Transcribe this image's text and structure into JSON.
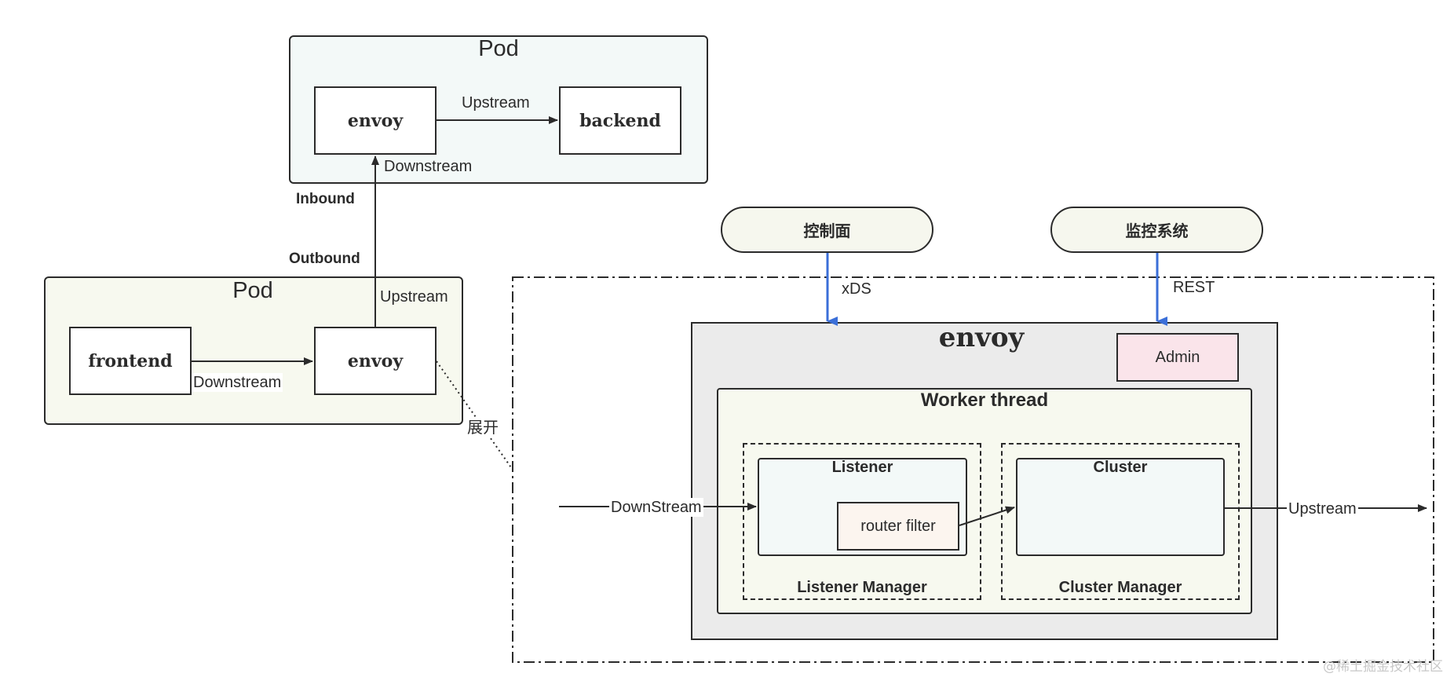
{
  "top_pod": {
    "title": "Pod",
    "envoy": "envoy",
    "backend": "backend",
    "upstream": "Upstream",
    "downstream": "Downstream"
  },
  "bottom_pod": {
    "title": "Pod",
    "frontend": "frontend",
    "envoy": "envoy",
    "downstream": "Downstream",
    "upstream": "Upstream"
  },
  "traffic": {
    "inbound": "Inbound",
    "outbound": "Outbound",
    "expand": "展开"
  },
  "external": {
    "control_plane": "控制面",
    "monitoring": "监控系统",
    "xds": "xDS",
    "rest": "REST"
  },
  "envoy_detail": {
    "title": "envoy",
    "admin": "Admin",
    "worker_thread": "Worker thread",
    "listener": "Listener",
    "router_filter": "router filter",
    "listener_manager": "Listener Manager",
    "cluster": "Cluster",
    "cluster_manager": "Cluster Manager",
    "downstream": "DownStream",
    "upstream": "Upstream"
  },
  "colors": {
    "line": "#2b2b2b",
    "blue_arrow": "#3b6fd8",
    "pod_top_fill": "#f3f9f8",
    "pod_bottom_fill": "#f7f9ef",
    "admin_fill": "#fae4ea",
    "router_fill": "#fcf5ef",
    "envoy_fill": "#ebebeb"
  },
  "watermark": "@稀土掘金技术社区"
}
